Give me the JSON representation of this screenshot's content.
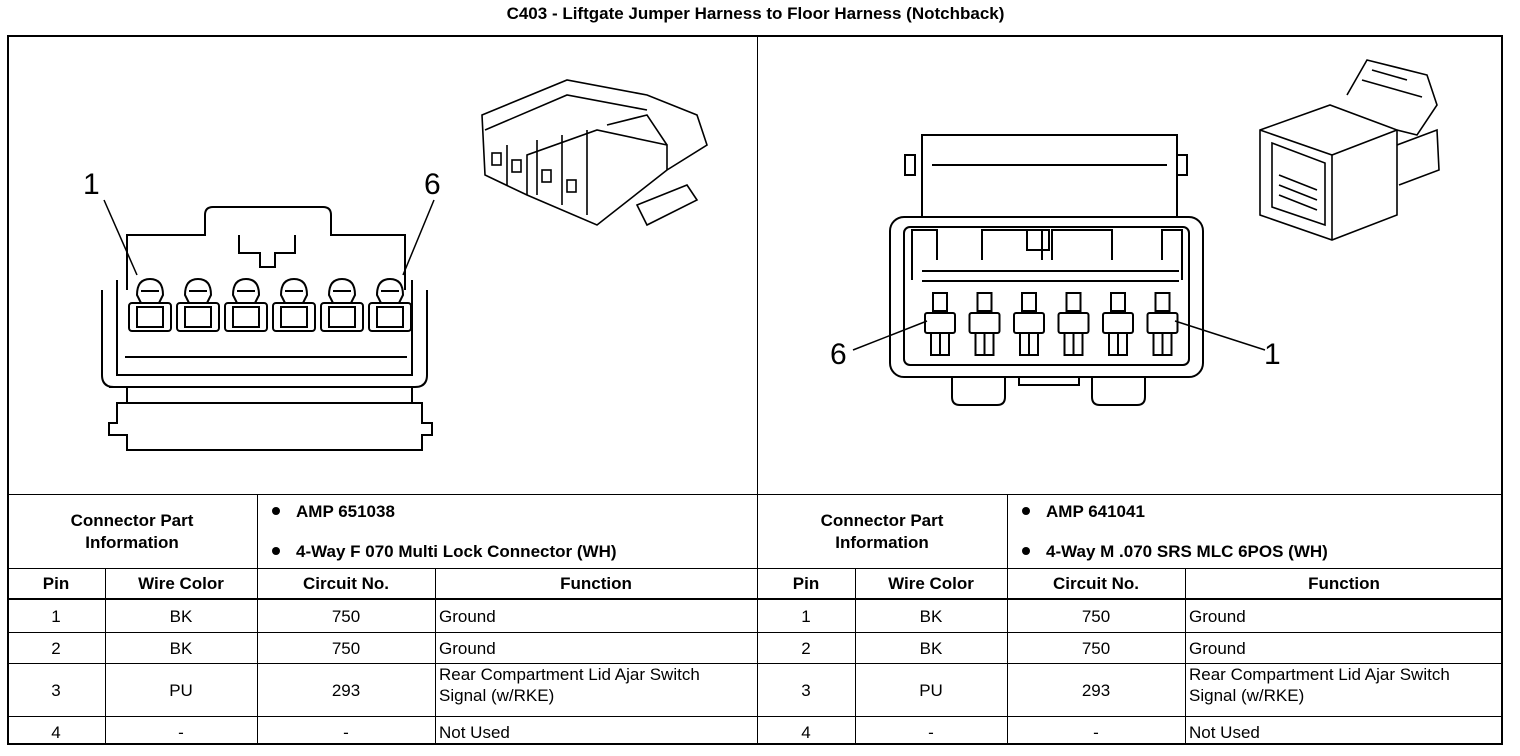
{
  "title": "C403 - Liftgate Jumper Harness to Floor Harness (Notchback)",
  "left": {
    "pin_labels": [
      "1",
      "6"
    ],
    "part_info_label": [
      "Connector Part",
      "Information"
    ],
    "part_info": [
      "AMP 651038",
      "4-Way F 070 Multi Lock Connector (WH)"
    ]
  },
  "right": {
    "pin_labels": [
      "6",
      "1"
    ],
    "part_info_label": [
      "Connector Part",
      "Information"
    ],
    "part_info": [
      "AMP 641041",
      "4-Way M .070 SRS MLC 6POS (WH)"
    ]
  },
  "table": {
    "headers": [
      "Pin",
      "Wire Color",
      "Circuit No.",
      "Function"
    ],
    "rows": [
      {
        "pin": "1",
        "wire": "BK",
        "circuit": "750",
        "function": [
          "Ground"
        ]
      },
      {
        "pin": "2",
        "wire": "BK",
        "circuit": "750",
        "function": [
          "Ground"
        ]
      },
      {
        "pin": "3",
        "wire": "PU",
        "circuit": "293",
        "function": [
          "Rear Compartment Lid Ajar Switch",
          "Signal (w/RKE)"
        ]
      },
      {
        "pin": "4",
        "wire": "-",
        "circuit": "-",
        "function": [
          "Not Used"
        ]
      }
    ]
  }
}
